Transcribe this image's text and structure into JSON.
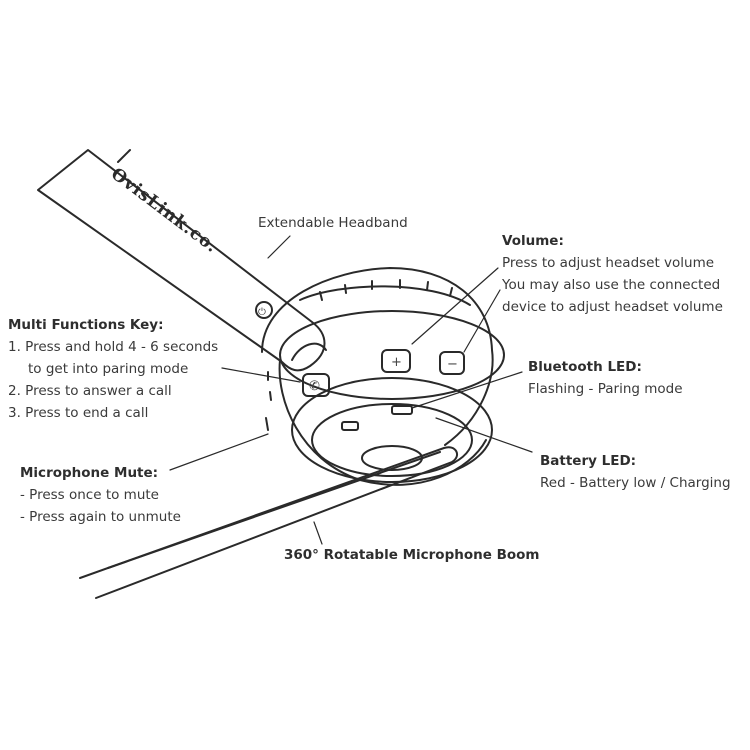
{
  "brand_text": "OvisLink.co.",
  "headband": {
    "title": "Extendable Headband"
  },
  "volume": {
    "title": "Volume:",
    "lines": [
      "Press to adjust headset volume",
      "You may also use the connected",
      "device to adjust headset volume"
    ]
  },
  "multi": {
    "title": "Multi Functions Key:",
    "lines": [
      "1. Press and hold 4 - 6 seconds",
      "to get into paring mode",
      "2. Press to answer a call",
      "3. Press to end a call"
    ]
  },
  "bluetooth": {
    "title": "Bluetooth LED:",
    "lines": [
      "Flashing - Paring mode"
    ]
  },
  "battery": {
    "title": "Battery LED:",
    "lines": [
      "Red - Battery low / Charging"
    ]
  },
  "mute": {
    "title": "Microphone Mute:",
    "lines": [
      "- Press once to mute",
      "- Press again to unmute"
    ]
  },
  "boom": {
    "title": "360° Rotatable Microphone Boom"
  },
  "button_symbols": {
    "plus": "+",
    "minus": "−",
    "phone": "✆",
    "power": "⏻"
  }
}
